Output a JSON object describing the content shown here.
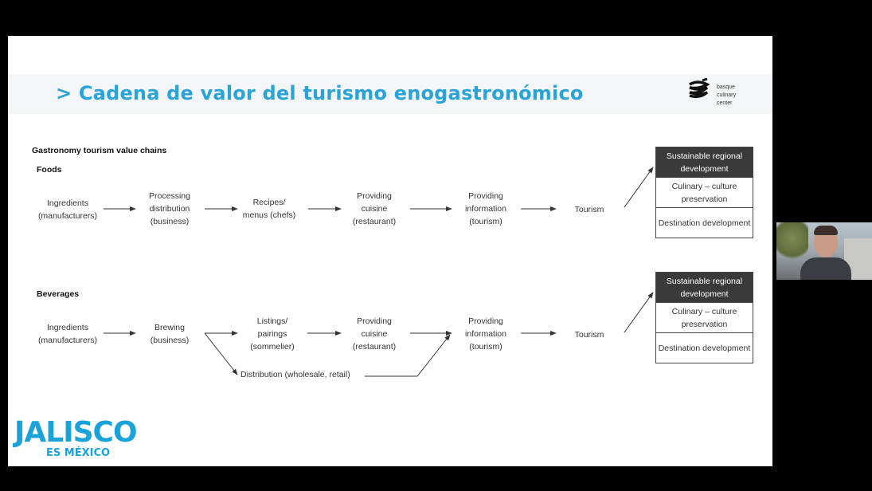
{
  "slide": {
    "title": "> Cadena de valor del turismo enogastronómico",
    "logo_text": [
      "basque",
      "culinary",
      "center"
    ],
    "diagram_heading": "Gastronomy tourism value chains",
    "foods": {
      "label": "Foods",
      "steps": [
        "Ingredients\n(manufacturers)",
        "Processing\ndistribution\n(business)",
        "Recipes/\nmenus (chefs)",
        "Providing\ncuisine\n(restaurant)",
        "Providing\ninformation\n(tourism)",
        "Tourism"
      ],
      "outcomes": [
        "Sustainable regional development",
        "Culinary – culture preservation",
        "Destination development"
      ]
    },
    "beverages": {
      "label": "Beverages",
      "steps": [
        "Ingredients\n(manufacturers)",
        "Brewing\n(business)",
        "Listings/\npairings\n(sommelier)",
        "Providing\ncuisine\n(restaurant)",
        "Providing\ninformation\n(tourism)",
        "Tourism"
      ],
      "distribution": "Distribution (wholesale, retail)",
      "outcomes": [
        "Sustainable regional development",
        "Culinary – culture preservation",
        "Destination development"
      ]
    }
  },
  "branding": {
    "main": "JALISCO",
    "sub": "ES MÉXICO",
    "color": "#1ba3d9"
  },
  "colors": {
    "title": "#2aa3d6",
    "dark_cell": "#3a3a3a",
    "background": "#000000"
  }
}
